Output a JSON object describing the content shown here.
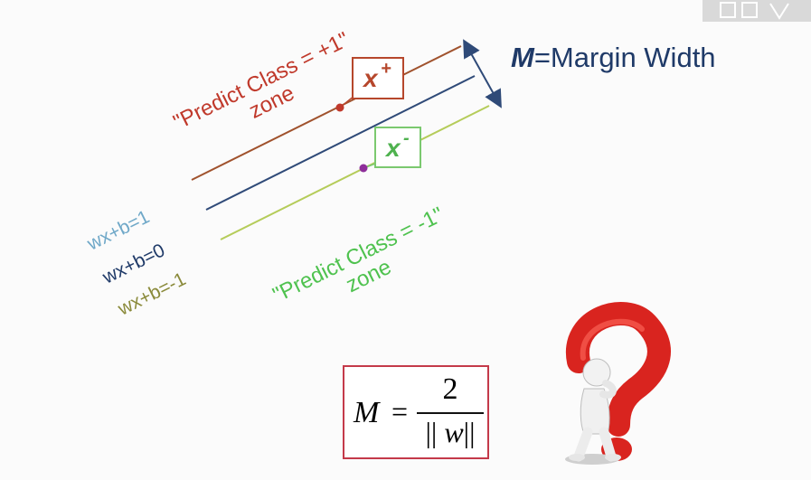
{
  "diagram": {
    "margin_label_var": "M",
    "margin_label_rest": "=Margin Width",
    "plus_zone_line1": "\"Predict Class = +1\"",
    "plus_zone_line2": "zone",
    "minus_zone_line1": "\"Predict Class = -1\"",
    "minus_zone_line2": "zone",
    "eq_plus": "wx+b=1",
    "eq_zero": "wx+b=0",
    "eq_minus": "wx+b=-1",
    "x_plus_var": "x",
    "x_plus_sup": "+",
    "x_minus_var": "x",
    "x_minus_sup": "-"
  },
  "formula": {
    "lhs": "M",
    "equals": "=",
    "numerator": "2",
    "denominator_bars_left": "||",
    "denominator_var": "w",
    "denominator_bars_right": "||"
  },
  "colors": {
    "plus_line": "#a0522d",
    "zero_line": "#2f4a78",
    "minus_line": "#b5cc5a",
    "plus_text": "#c0392b",
    "minus_text": "#4fc24f",
    "eq_plus_text": "#6fa8c8",
    "eq_zero_text": "#1f3a68",
    "eq_minus_text": "#8a8a3a"
  }
}
